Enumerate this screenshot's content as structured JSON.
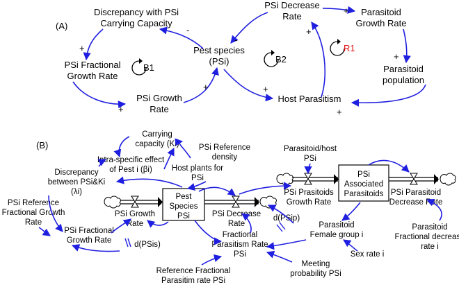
{
  "panel_a": {
    "tag": "(A)",
    "discrepancy": [
      "Discrepancy with PSi",
      "Carrying Capacity"
    ],
    "fractional": [
      "PSi Fractional",
      "Growth Rate"
    ],
    "growth": [
      "PSi Growth",
      "Rate"
    ],
    "pest": [
      "Pest species",
      "(PSi)"
    ],
    "decrease": "PSi Decrease",
    "decrease2": "Rate",
    "parasitoid_growth": [
      "Parasitoid",
      "Growth Rate"
    ],
    "parasitoid_pop": [
      "Parasitoid",
      "population"
    ],
    "host_parasitism": "Host Parasitism",
    "loops": {
      "b1": "B1",
      "b2": "B2",
      "r1": "R1"
    },
    "loop_colors": {
      "r1": "#e01010",
      "default": "#000000"
    },
    "polarity": {
      "plus": "+",
      "minus": "-"
    }
  },
  "panel_b": {
    "tag": "(B)",
    "carrying": [
      "Carrying",
      "capacity (Ki)"
    ],
    "reference_density": [
      "PSi Reference",
      "density"
    ],
    "intra": [
      "Intra-specific effect",
      "of Pest i (βi)"
    ],
    "host_plants": [
      "Host plants for",
      "PSi"
    ],
    "discrepancy": [
      "Discrepancy",
      "between PSi&Ki",
      "(λi)"
    ],
    "ref_fractional": [
      "PSi Reference",
      "Fractional Growth",
      "Rate"
    ],
    "fractional": [
      "PSi Fractional",
      "Growth Rate"
    ],
    "growth": [
      "PSi Growth",
      "Rate"
    ],
    "pest_stock": [
      "Pest",
      "Species",
      "PSi"
    ],
    "decrease": [
      "PSi Decrease",
      "Rate"
    ],
    "delay_psis": "d(PSis)",
    "delay_psip": "d(PSip)",
    "parasitism_rate": [
      "Fractional",
      "Parasitism Rate",
      "PSi"
    ],
    "ref_parasitism": [
      "Reference Fractional",
      "Parasitim rate PSi"
    ],
    "meeting": [
      "Meeting",
      "probability PSi"
    ],
    "sex_rate": "Sex rate i",
    "female_group": [
      "Parasitoid",
      "Female group i"
    ],
    "fractional_decrease": [
      "Parasitoid",
      "Fractional decrease",
      "rate i"
    ],
    "parasitoid_host": [
      "Parasitoid/host",
      "PSi"
    ],
    "prasitoids_growth": [
      "PSi Prasitoids",
      "Growth Rate"
    ],
    "associated": [
      "PSi",
      "Associated",
      "Parasitoids"
    ],
    "parasitoid_decrease": [
      "PSi Parasitoid",
      "Decrease Rate"
    ]
  },
  "colors": {
    "arrow": "#1f1fe0",
    "text": "#000000",
    "background": "#ffffff"
  }
}
